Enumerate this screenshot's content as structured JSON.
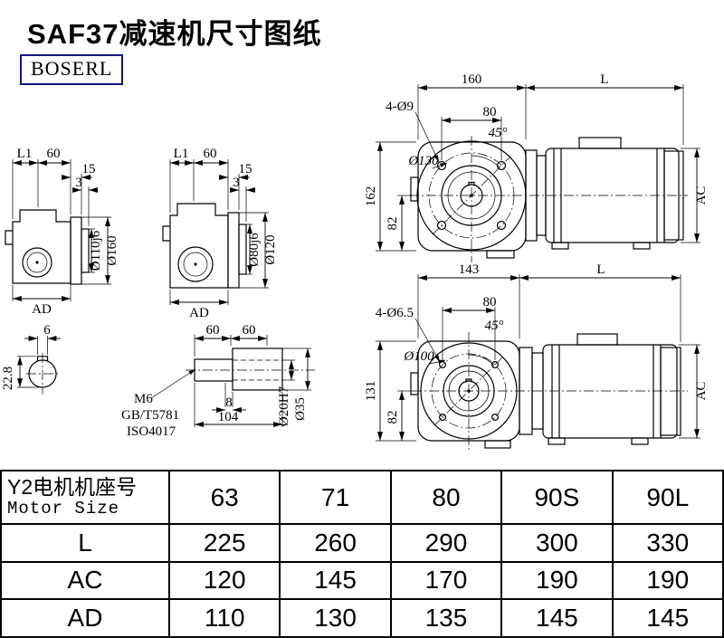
{
  "page": {
    "title": "SAF37减速机尺寸图纸",
    "logo": "BOSERL"
  },
  "views": {
    "gearbox_side_small": {
      "l1": "L1",
      "d60": "60",
      "d15": "15",
      "d3": "3",
      "dia_spigot": "Ø110j6",
      "dia_flange": "Ø160",
      "ad": "AD"
    },
    "gearbox_side_large": {
      "l1": "L1",
      "d60": "60",
      "d15": "15",
      "d3": "3",
      "dia_spigot": "Ø80j6",
      "dia_flange": "Ø120",
      "ad": "AD"
    },
    "assembly_top": {
      "w": "160",
      "l": "L",
      "holes": "4-Ø9",
      "d80": "80",
      "angle": "45°",
      "bolt_circle": "Ø130",
      "h": "162",
      "h_center": "82",
      "ac": "AC"
    },
    "assembly_bottom": {
      "w": "143",
      "l": "L",
      "holes": "4-Ø6.5",
      "d80": "80",
      "angle": "45°",
      "bolt_circle": "Ø100",
      "h": "131",
      "h_center": "82",
      "ac": "AC"
    },
    "shaft_end": {
      "key_w": "6",
      "key_h": "22.8"
    },
    "shaft_detail": {
      "d60a": "60",
      "d60b": "60",
      "thread": "M6",
      "std1": "GB/T5781",
      "std2": "ISO4017",
      "d8": "8",
      "d104": "104",
      "dia_bore": "Ø20H7",
      "dia_out": "Ø35"
    }
  },
  "table": {
    "rows": [
      {
        "label_cn": "Y2电机机座号",
        "label_en": "Motor Size",
        "values": [
          "63",
          "71",
          "80",
          "90S",
          "90L"
        ]
      },
      {
        "label": "L",
        "values": [
          "225",
          "260",
          "290",
          "300",
          "330"
        ]
      },
      {
        "label": "AC",
        "values": [
          "120",
          "145",
          "170",
          "190",
          "190"
        ]
      },
      {
        "label": "AD",
        "values": [
          "110",
          "130",
          "135",
          "145",
          "145"
        ]
      }
    ]
  }
}
